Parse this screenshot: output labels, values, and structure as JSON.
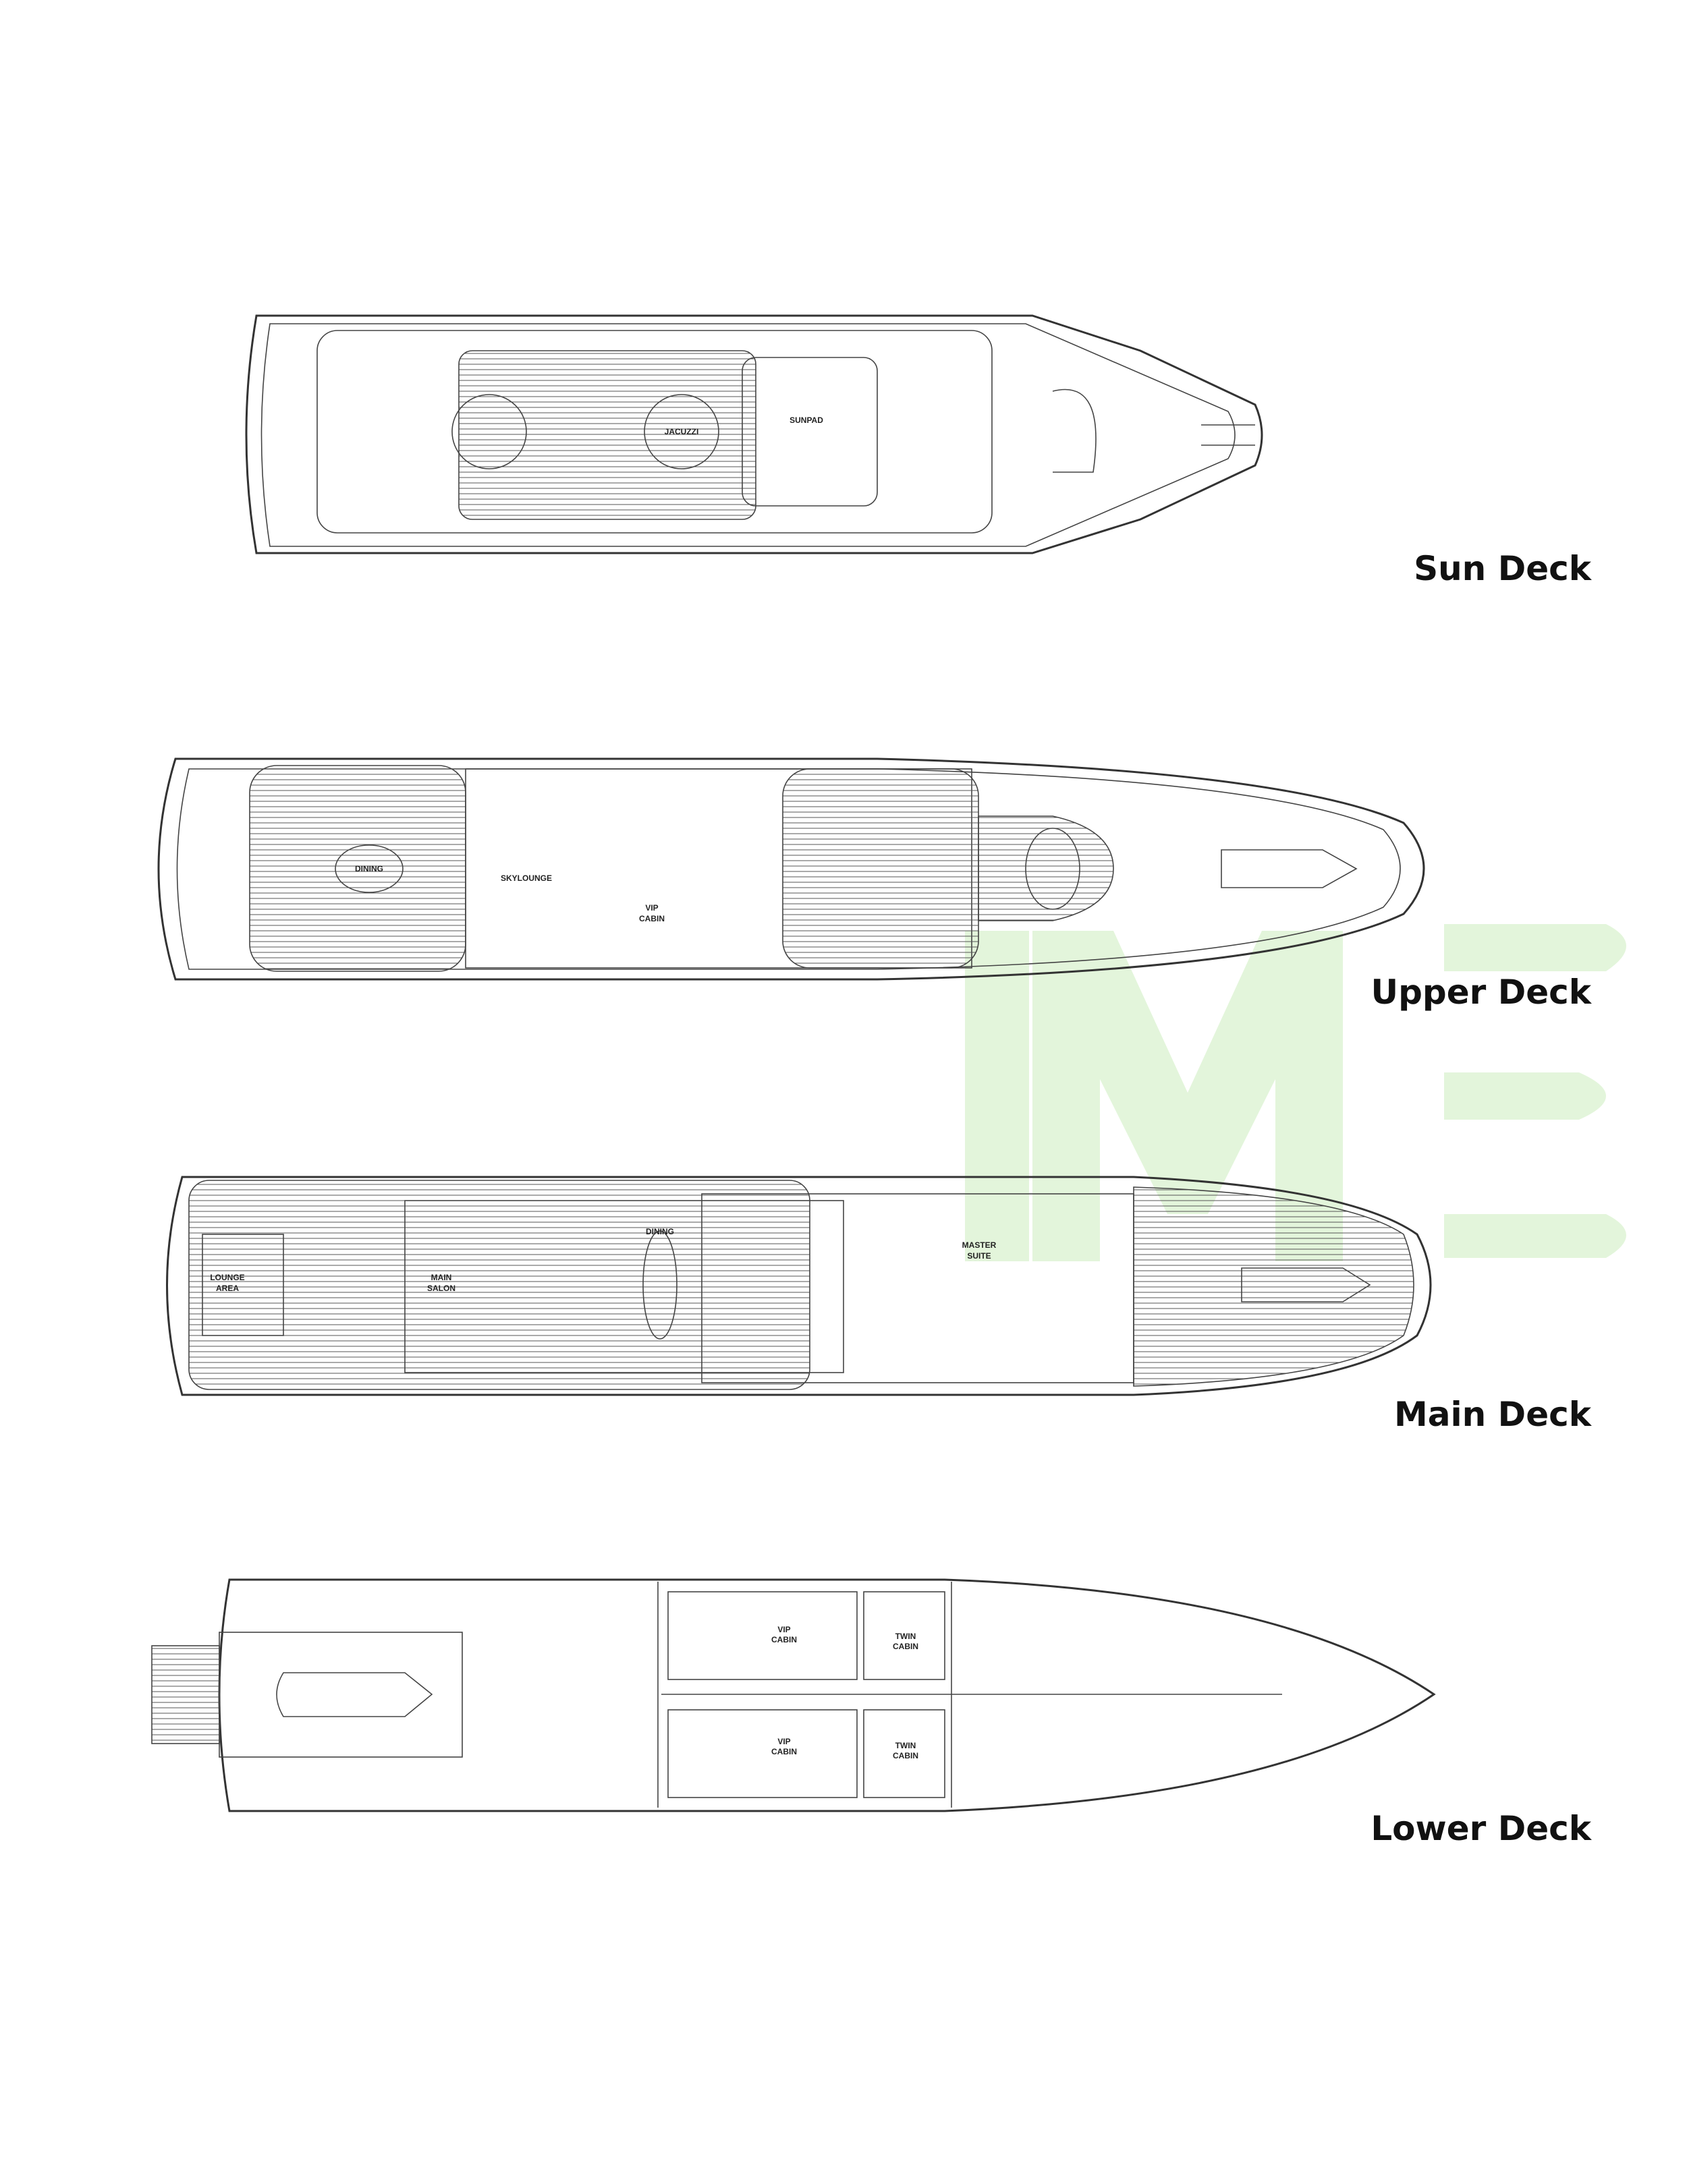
{
  "watermark": {
    "text": "IME",
    "color": "#d9f2cf"
  },
  "decks": [
    {
      "id": "sun",
      "label": "Sun Deck",
      "rooms": [
        "JACUZZI",
        "SUNPAD"
      ]
    },
    {
      "id": "upper",
      "label": "Upper Deck",
      "rooms": [
        "DINING",
        "SKYLOUNGE",
        "VIP",
        "CABIN"
      ]
    },
    {
      "id": "main",
      "label": "Main Deck",
      "rooms": [
        "LOUNGE",
        "AREA",
        "MAIN",
        "SALON",
        "DINING",
        "MASTER",
        "SUITE"
      ]
    },
    {
      "id": "lower",
      "label": "Lower Deck",
      "rooms": [
        "VIP",
        "CABIN",
        "TWIN",
        "CABIN",
        "VIP",
        "CABIN",
        "TWIN",
        "CABIN"
      ]
    }
  ]
}
